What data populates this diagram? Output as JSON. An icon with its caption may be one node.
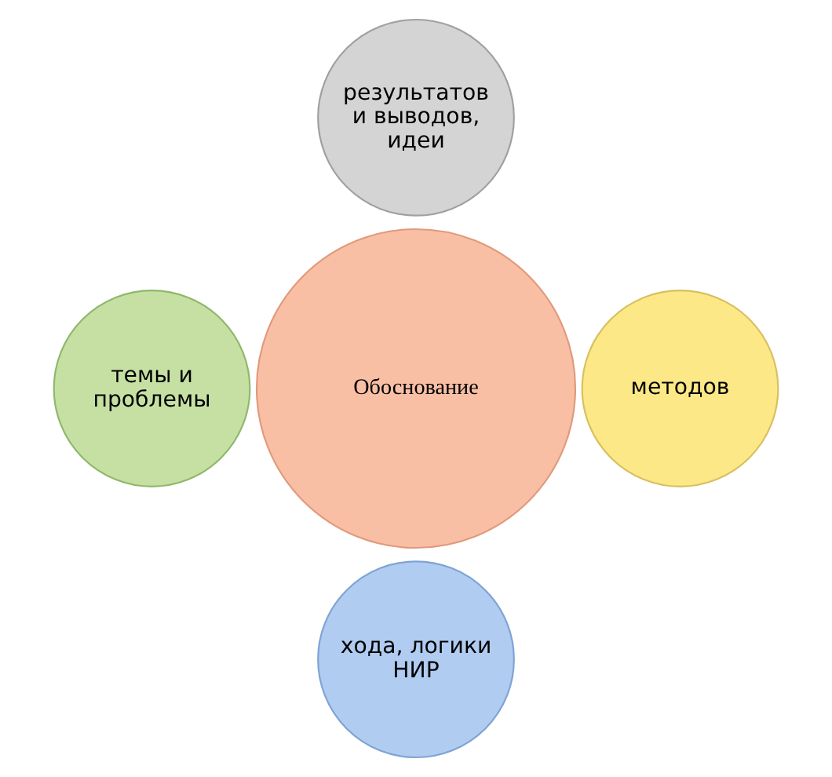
{
  "diagram": {
    "nodes": [
      {
        "text": [
          "результатов и выводов, идеи"
        ]
      },
      {
        "text": [
          "темы и проблемы"
        ]
      },
      {
        "text": [
          "Обоснование"
        ]
      },
      {
        "text": [
          "методов"
        ]
      },
      {
        "text": [
          "хода, логики НИР"
        ]
      }
    ],
    "edges": []
  }
}
